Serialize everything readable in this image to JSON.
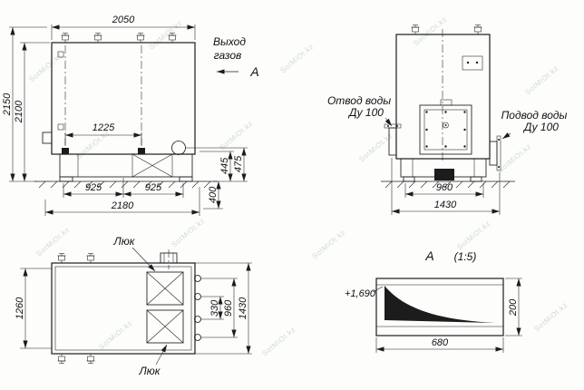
{
  "watermark": {
    "text": "SotMiOt.kz"
  },
  "front_view": {
    "label_gas_line1": "Выход",
    "label_gas_line2": "газов",
    "section_letter": "А",
    "dims": {
      "top_width": "2050",
      "height_total": "2150",
      "height_body": "2100",
      "supports_span": "1225",
      "base_left": "925",
      "base_right": "925",
      "overall_width": "2180",
      "h_445": "445",
      "h_475": "475",
      "h_400": "400"
    }
  },
  "side_view": {
    "label_outlet_line1": "Отвод воды",
    "label_outlet_line2": "Ду 100",
    "label_inlet_line1": "Подвод воды",
    "label_inlet_line2": "Ду 100",
    "dims": {
      "base_span": "960",
      "overall_depth": "1430"
    }
  },
  "plan_view": {
    "label_hatch_top": "Люк",
    "label_hatch_bottom": "Люк",
    "dims": {
      "width_inner": "1260",
      "d_330": "330",
      "d_960": "960",
      "overall": "1430"
    }
  },
  "detail_view": {
    "title_letter": "А",
    "title_scale": "(1:5)",
    "elevation": "+1,690",
    "dims": {
      "height": "200",
      "width": "680"
    }
  }
}
